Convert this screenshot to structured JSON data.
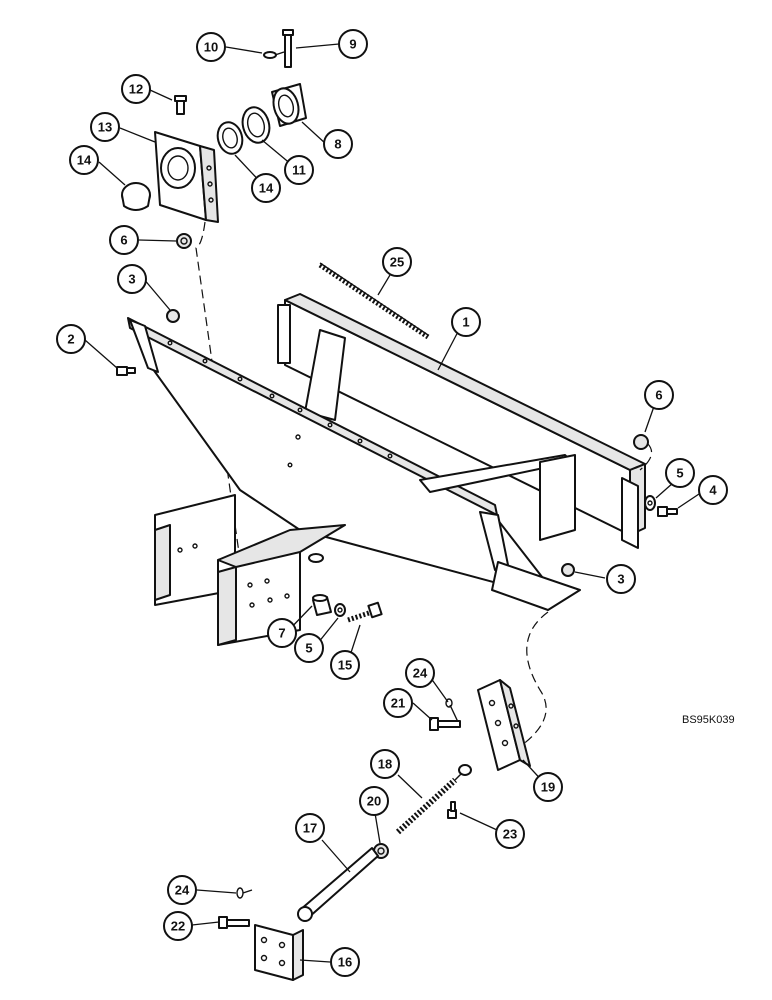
{
  "diagram": {
    "drawing_code": "BS95K039",
    "callouts": [
      {
        "id": "c10",
        "label": "10"
      },
      {
        "id": "c9",
        "label": "9"
      },
      {
        "id": "c12",
        "label": "12"
      },
      {
        "id": "c13",
        "label": "13"
      },
      {
        "id": "c8",
        "label": "8"
      },
      {
        "id": "c14a",
        "label": "14"
      },
      {
        "id": "c11",
        "label": "11"
      },
      {
        "id": "c14b",
        "label": "14"
      },
      {
        "id": "c6a",
        "label": "6"
      },
      {
        "id": "c25",
        "label": "25"
      },
      {
        "id": "c3a",
        "label": "3"
      },
      {
        "id": "c1",
        "label": "1"
      },
      {
        "id": "c2",
        "label": "2"
      },
      {
        "id": "c6b",
        "label": "6"
      },
      {
        "id": "c5a",
        "label": "5"
      },
      {
        "id": "c4",
        "label": "4"
      },
      {
        "id": "c3b",
        "label": "3"
      },
      {
        "id": "c7",
        "label": "7"
      },
      {
        "id": "c5b",
        "label": "5"
      },
      {
        "id": "c15",
        "label": "15"
      },
      {
        "id": "c24a",
        "label": "24"
      },
      {
        "id": "c21",
        "label": "21"
      },
      {
        "id": "c19",
        "label": "19"
      },
      {
        "id": "c18",
        "label": "18"
      },
      {
        "id": "c20",
        "label": "20"
      },
      {
        "id": "c17",
        "label": "17"
      },
      {
        "id": "c23",
        "label": "23"
      },
      {
        "id": "c24b",
        "label": "24"
      },
      {
        "id": "c22",
        "label": "22"
      },
      {
        "id": "c16",
        "label": "16"
      }
    ]
  }
}
